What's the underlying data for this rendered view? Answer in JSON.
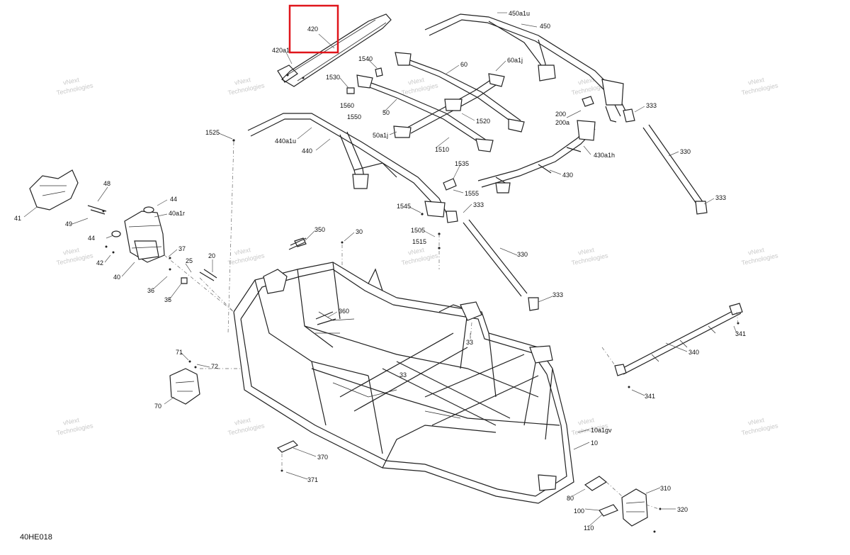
{
  "diagram": {
    "code": "40HE018",
    "watermark": [
      "vNext",
      "Technologies"
    ],
    "highlight_color": "#e0151b",
    "callouts": {
      "c420": "420",
      "c420a1": "420a1",
      "c450a1u": "450a1u",
      "c450": "450",
      "c1540": "1540",
      "c60": "60",
      "c60a1j": "60a1j",
      "c1530": "1530",
      "c1560": "1560",
      "c1550": "1550",
      "c50": "50",
      "c50a1j": "50a1j",
      "c1520": "1520",
      "c1510": "1510",
      "c333a": "333",
      "c200": "200",
      "c200a": "200a",
      "c1525": "1525",
      "c440a1u": "440a1u",
      "c440": "440",
      "c430a1h": "430a1h",
      "c330a": "330",
      "c1535": "1535",
      "c430": "430",
      "c333b": "333",
      "c1555": "1555",
      "c1545": "1545",
      "c333c": "333",
      "c48": "48",
      "c44a": "44",
      "c40a1r": "40a1r",
      "c41": "41",
      "c49": "49",
      "c44b": "44",
      "c37": "37",
      "c42": "42",
      "c40": "40",
      "c20": "20",
      "c25": "25",
      "c36": "36",
      "c35": "35",
      "c350": "350",
      "c30": "30",
      "c1505": "1505",
      "c1515": "1515",
      "c330b": "330",
      "c333d": "333",
      "c360": "360",
      "c33a": "33",
      "c341a": "341",
      "c340": "340",
      "c71": "71",
      "c72": "72",
      "c33b": "33",
      "c70": "70",
      "c341b": "341",
      "c10a1gv": "10a1gv",
      "c10": "10",
      "c370": "370",
      "c371": "371",
      "c310": "310",
      "c80": "80",
      "c320": "320",
      "c100": "100",
      "c110": "110"
    }
  }
}
